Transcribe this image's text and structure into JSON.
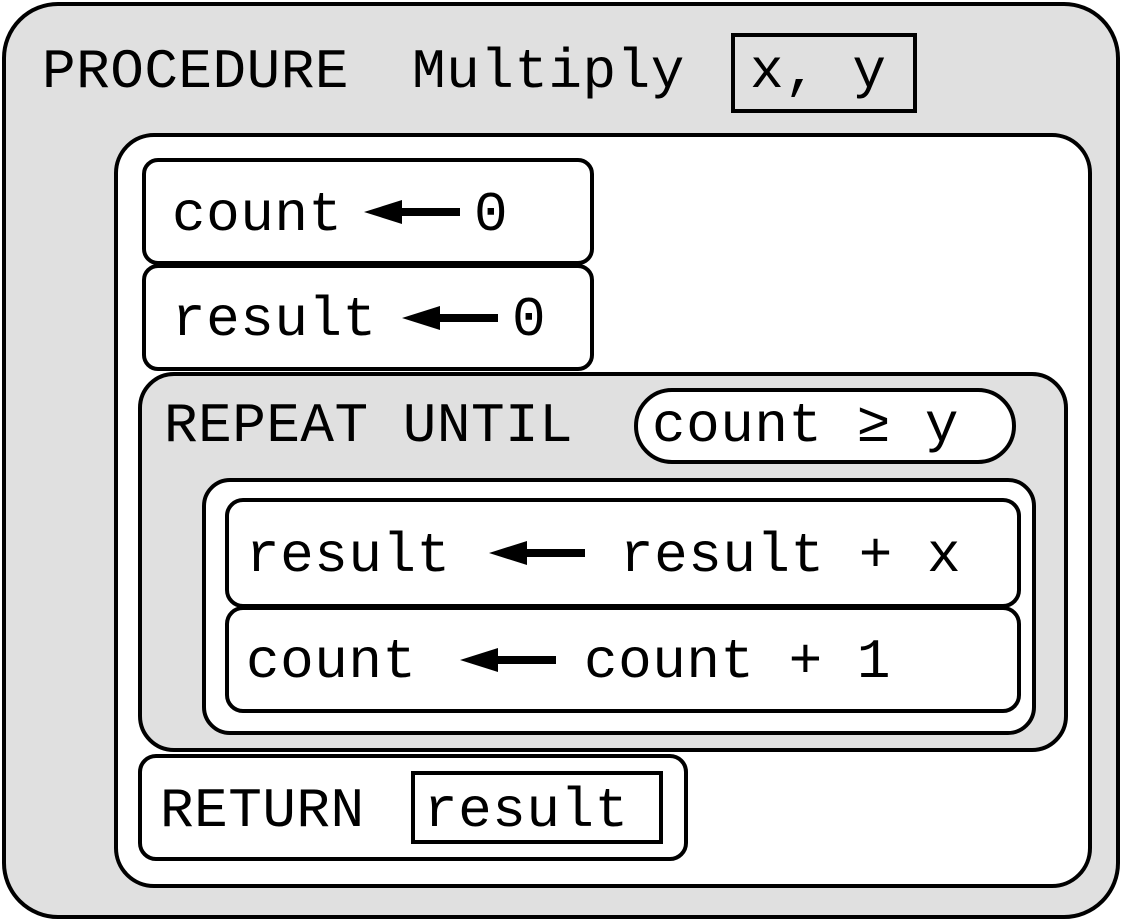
{
  "procedure": {
    "keyword": "PROCEDURE",
    "name": "Multiply",
    "params": "x, y"
  },
  "body": {
    "init_count": {
      "var": "count",
      "value": "0"
    },
    "init_result": {
      "var": "result",
      "value": "0"
    },
    "repeat": {
      "keyword": "REPEAT UNTIL",
      "condition": "count ≥ y",
      "statements": [
        {
          "var": "result",
          "expr": "result + x"
        },
        {
          "var": "count",
          "expr": "count + 1"
        }
      ]
    },
    "return": {
      "keyword": "RETURN",
      "value": "result"
    }
  }
}
